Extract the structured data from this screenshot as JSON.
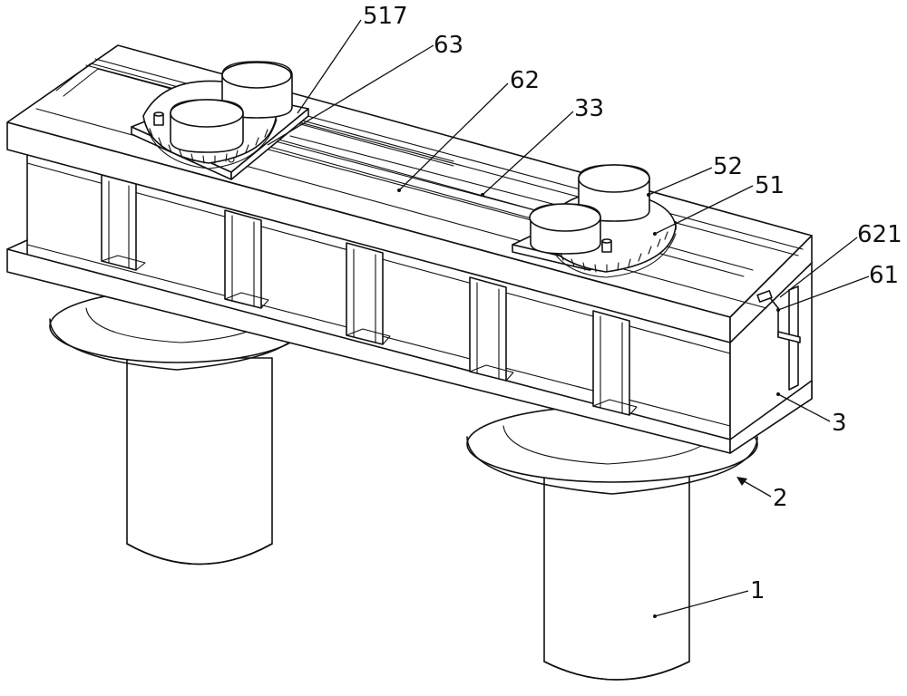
{
  "figure": {
    "title": "Patent drawing - beam assembly with turntables",
    "colors": {
      "line": "#111111",
      "background": "#ffffff"
    },
    "labels": [
      {
        "id": "517",
        "text": "517"
      },
      {
        "id": "63",
        "text": "63"
      },
      {
        "id": "62",
        "text": "62"
      },
      {
        "id": "33",
        "text": "33"
      },
      {
        "id": "52",
        "text": "52"
      },
      {
        "id": "51",
        "text": "51"
      },
      {
        "id": "621",
        "text": "621"
      },
      {
        "id": "61",
        "text": "61"
      },
      {
        "id": "3",
        "text": "3"
      },
      {
        "id": "2",
        "text": "2"
      },
      {
        "id": "1",
        "text": "1"
      }
    ]
  }
}
